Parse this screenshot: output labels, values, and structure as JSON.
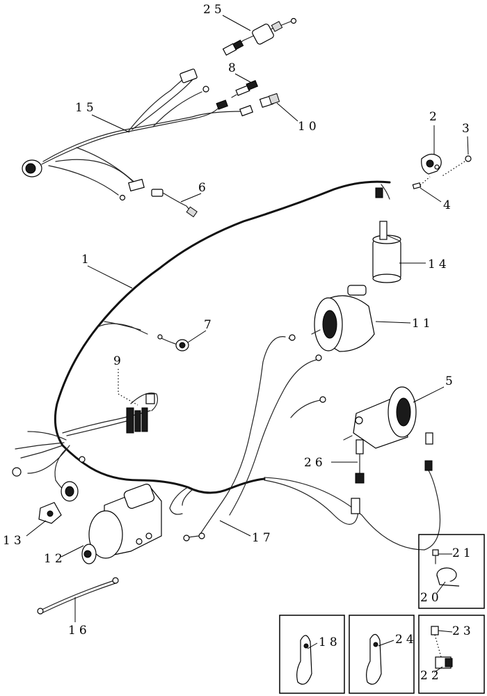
{
  "callouts": {
    "c1": "1",
    "c2": "2",
    "c3": "3",
    "c4": "4",
    "c5": "5",
    "c6": "6",
    "c7": "7",
    "c8": "8",
    "c9": "9",
    "c10": "10",
    "c11": "11",
    "c12": "12",
    "c13": "13",
    "c14": "14",
    "c15": "15",
    "c16": "16",
    "c17": "17",
    "c18": "18",
    "c20": "20",
    "c21": "21",
    "c22": "22",
    "c23": "23",
    "c24": "24",
    "c25": "25",
    "c26": "26"
  }
}
